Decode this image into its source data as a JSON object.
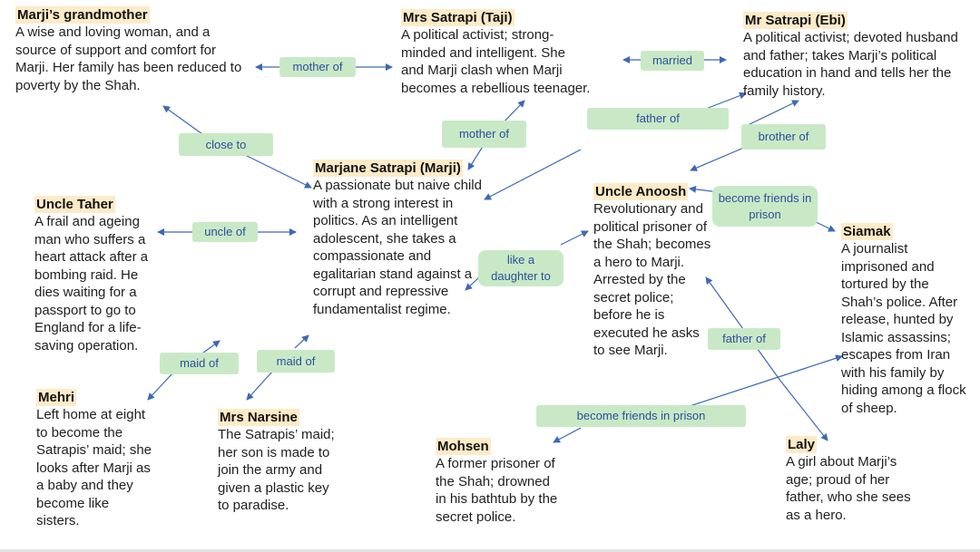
{
  "nodes": {
    "grandmother": {
      "name": "Marji’s grandmother",
      "desc": "A wise and loving woman, and a source of support and comfort for Marji. Her family has been reduced to poverty by the Shah."
    },
    "taji": {
      "name": "Mrs Satrapi (Taji)",
      "desc": "A political activist; strong-minded and intelligent. She and Marji clash when Marji becomes a rebellious teenager."
    },
    "ebi": {
      "name": "Mr Satrapi (Ebi)",
      "desc": "A political activist; devoted husband and father; takes Marji’s political education in hand and tells her the family history."
    },
    "marji": {
      "name": "Marjane Satrapi (Marji)",
      "desc": "A passionate but naive child with a strong interest in politics. As an intelligent adolescent, she takes a compassionate and egalitarian stand against a corrupt and repressive fundamentalist regime."
    },
    "taher": {
      "name": "Uncle Taher",
      "desc": "A frail and ageing man who suffers a heart attack after a bombing raid. He dies waiting for a passport to go to England for a life-saving operation."
    },
    "anoosh": {
      "name": "Uncle Anoosh",
      "desc": "Revolutionary and political prisoner of the Shah; becomes a hero to Marji. Arrested by the secret police; before he is executed he asks to see Marji."
    },
    "siamak": {
      "name": "Siamak",
      "desc": "A journalist imprisoned and tortured by the Shah’s police. After release, hunted by Islamic assassins; escapes from Iran with his family by hiding among a flock of sheep."
    },
    "mehri": {
      "name": "Mehri",
      "desc": "Left home at eight to become the Satrapis’ maid; she looks after Marji as a baby and they become like sisters."
    },
    "narsine": {
      "name": "Mrs Narsine",
      "desc": "The Satrapis’ maid; her son is made to join the army and given a plastic key to paradise."
    },
    "mohsen": {
      "name": "Mohsen",
      "desc": "A former prisoner of the Shah; drowned in his bathtub by the secret police."
    },
    "laly": {
      "name": "Laly",
      "desc": "A girl about Marji’s age; proud of her father, who she sees as a hero."
    }
  },
  "relations": {
    "mother_of_1": "mother of",
    "married": "married",
    "close_to": "close to",
    "mother_of_2": "mother of",
    "father_of_1": "father of",
    "brother_of": "brother of",
    "become_friends_1": "become friends in prison",
    "uncle_of": "uncle of",
    "like_daughter": "like a daughter to",
    "father_of_2": "father of",
    "maid_of_1": "maid of",
    "maid_of_2": "maid of",
    "become_friends_2": "become friends in prison"
  },
  "colors": {
    "name_highlight": "#fdebc8",
    "relation_fill": "#c9e9c6",
    "relation_text": "#2c4f9e",
    "arrow": "#3d68b5"
  }
}
